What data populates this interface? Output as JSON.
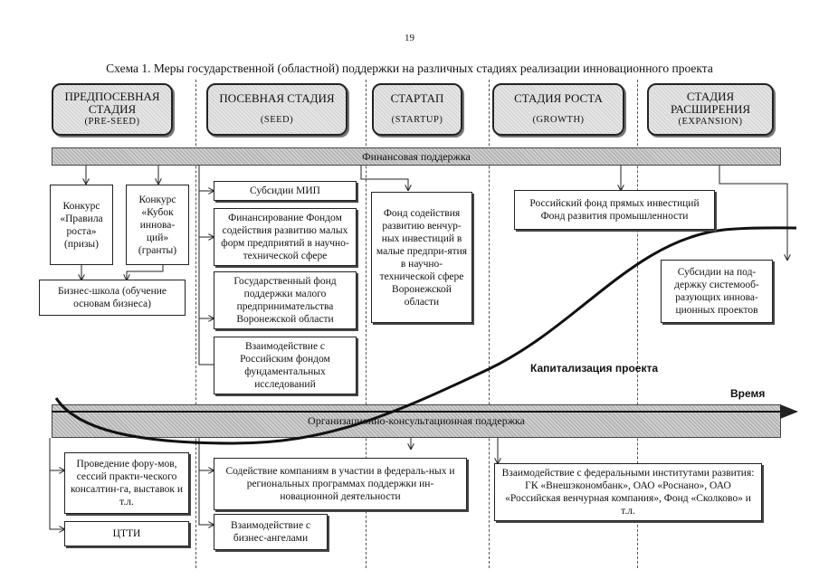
{
  "page_number": "19",
  "title": "Схема 1. Меры государственной (областной) поддержки на различных стадиях реализации инновационного проекта",
  "stages": [
    {
      "name": "ПРЕДПОСЕВНАЯ СТАДИЯ",
      "code": "(PRE-SEED)"
    },
    {
      "name": "ПОСЕВНАЯ СТАДИЯ",
      "code": "(SEED)"
    },
    {
      "name": "СТАРТАП",
      "code": "(STARTUP)"
    },
    {
      "name": "СТАДИЯ РОСТА",
      "code": "(GROWTH)"
    },
    {
      "name": "СТАДИЯ РАСШИРЕНИЯ",
      "code": "(EXPANSION)"
    }
  ],
  "financial_band": "Финансовая поддержка",
  "org_band": "Организационно-консультационная поддержка",
  "financial_measures": {
    "contest_rules": "Конкурс «Правила роста» (призы)",
    "contest_cup": "Конкурс «Кубок иннова-ций» (гранты)",
    "business_school": "Бизнес-школа (обучение основам бизнеса)",
    "subsidies_mip": "Субсидии МИП",
    "fund_small_forms": "Финансирование Фондом содействия развитию малых форм предприятий в научно-технической сфере",
    "voronezh_fund": "Государственный фонд поддержки малого предпринимательства Воронежской области",
    "rffi": "Взаимодействие с Российским фондом фундаментальных исследований",
    "venture_fund": "Фонд содействия развитию венчур-ных инвестиций в малые предпри-ятия в научно-технической сфере Воронежской области",
    "rdif": "Российский фонд прямых инвестиций Фонд развития промышленности",
    "system_subsidies": "Субсидии на под-держку системооб-разующих иннова-ционных проектов"
  },
  "org_measures": {
    "forums": "Проведение фору-мов, сессий практи-ческого консалтин-га, выставок и т.л.",
    "ctti": "ЦТТИ",
    "federal_programs": "Содействие компаниям в участии в федераль-ных и региональных программах поддержки ин-новационной деятельности",
    "business_angels": "Взаимодействие с бизнес-ангелами",
    "institutes": "Взаимодействие с федеральными институтами развития: ГК «Внешэкономбанк», ОАО «Роснано», ОАО «Российская венчурная компания», Фонд «Сколково» и т.л."
  },
  "curve_label": "Капитализация проекта",
  "time_axis_label": "Время"
}
